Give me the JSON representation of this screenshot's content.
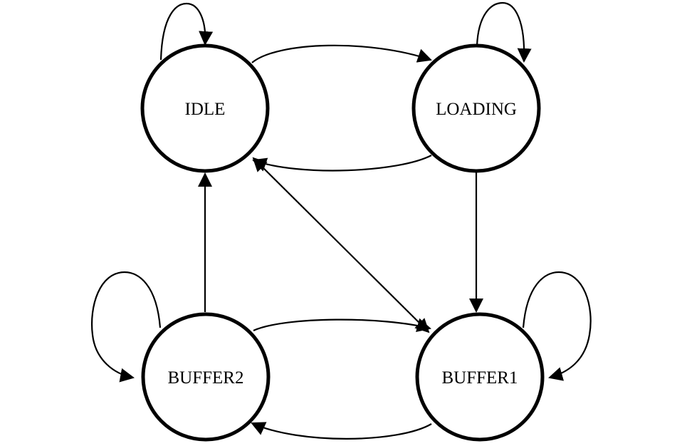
{
  "diagram": {
    "type": "state-machine",
    "colors": {
      "stroke": "#000000",
      "background": "#ffffff"
    },
    "states": [
      {
        "id": "idle",
        "label": "IDLE"
      },
      {
        "id": "loading",
        "label": "LOADING"
      },
      {
        "id": "buffer2",
        "label": "BUFFER2"
      },
      {
        "id": "buffer1",
        "label": "BUFFER1"
      }
    ],
    "transitions": [
      {
        "from": "idle",
        "to": "idle",
        "kind": "self-loop"
      },
      {
        "from": "loading",
        "to": "loading",
        "kind": "self-loop"
      },
      {
        "from": "buffer2",
        "to": "buffer2",
        "kind": "self-loop"
      },
      {
        "from": "buffer1",
        "to": "buffer1",
        "kind": "self-loop"
      },
      {
        "from": "idle",
        "to": "loading",
        "kind": "arc"
      },
      {
        "from": "loading",
        "to": "idle",
        "kind": "arc"
      },
      {
        "from": "loading",
        "to": "buffer1",
        "kind": "straight"
      },
      {
        "from": "buffer2",
        "to": "idle",
        "kind": "straight"
      },
      {
        "from": "idle",
        "to": "buffer1",
        "kind": "straight-bidirectional"
      },
      {
        "from": "buffer2",
        "to": "buffer1",
        "kind": "arc"
      },
      {
        "from": "buffer1",
        "to": "buffer2",
        "kind": "arc"
      }
    ]
  }
}
